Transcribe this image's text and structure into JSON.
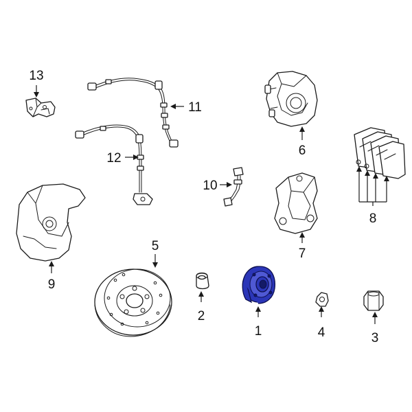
{
  "callouts": {
    "hub": "1",
    "seal_cap": "2",
    "bolt": "3",
    "nut": "4",
    "rotor": "5",
    "caliper": "6",
    "caliper_bracket": "7",
    "brake_pads": "8",
    "splash_shield": "9",
    "brake_hose": "10",
    "wear_sensor_upper": "11",
    "wear_sensor_lower": "12",
    "bracket": "13"
  },
  "colors": {
    "highlight": "#2b36b8",
    "line": "#1a1a1a",
    "background": "#ffffff"
  }
}
